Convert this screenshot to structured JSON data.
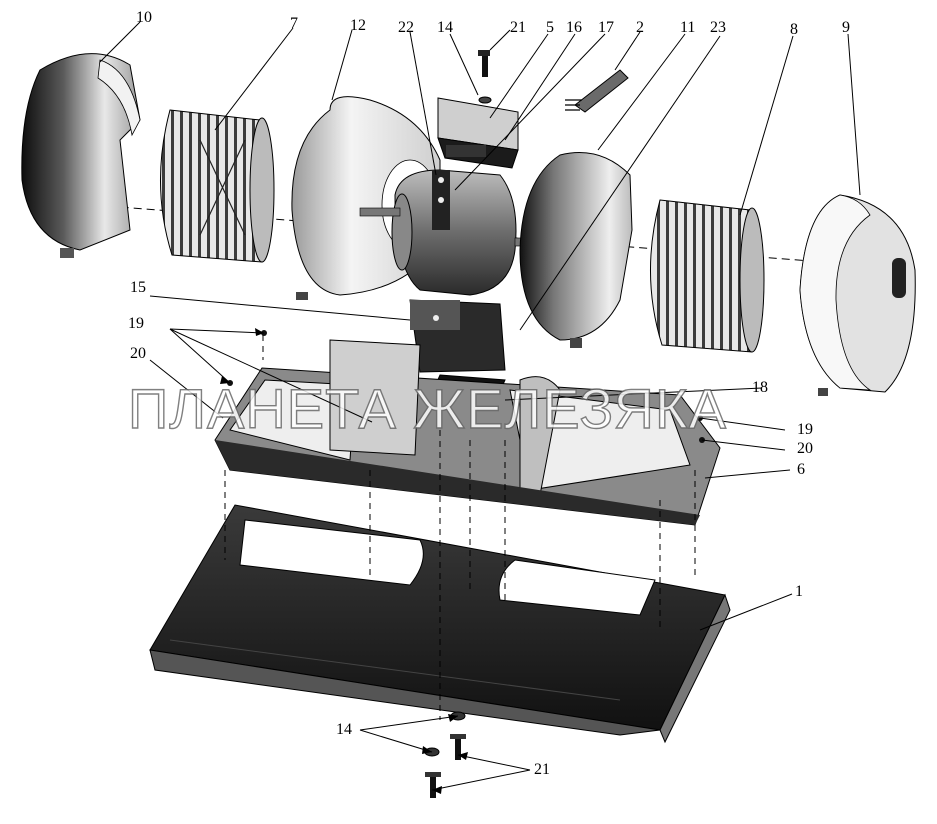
{
  "diagram": {
    "callouts": [
      "10",
      "7",
      "12",
      "22",
      "14",
      "21",
      "5",
      "16",
      "17",
      "2",
      "11",
      "23",
      "8",
      "9",
      "15",
      "19",
      "20",
      "18",
      "19",
      "20",
      "6",
      "1",
      "14",
      "21"
    ]
  },
  "watermark": "ПЛАНЕТА ЖЕЛЕЗЯКА",
  "colors": {
    "ink": "#000000",
    "paper": "#ffffff",
    "metal_light": "#e6e6e6",
    "metal_dark": "#1e1e1e"
  }
}
